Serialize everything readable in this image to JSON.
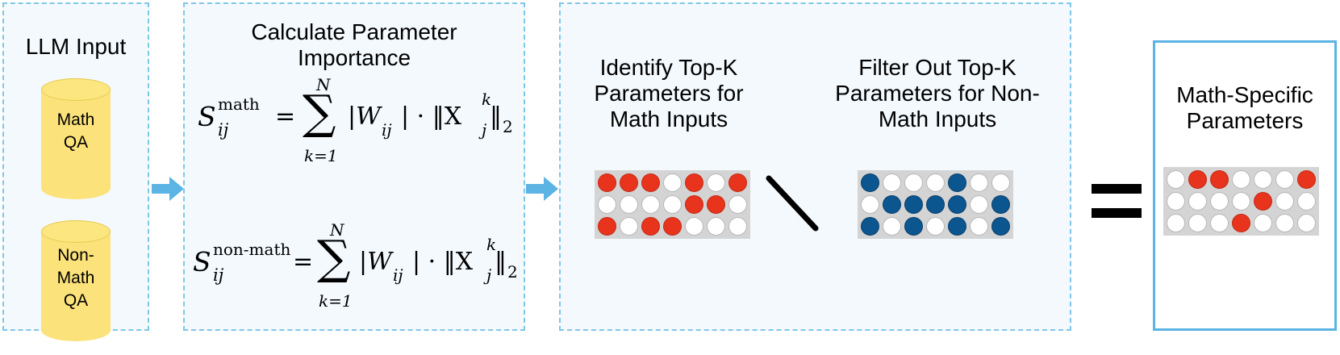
{
  "panel1": {
    "title": "LLM Input",
    "cyl1_line1": "Math",
    "cyl1_line2": "QA",
    "cyl2_line1": "Non-",
    "cyl2_line2": "Math",
    "cyl2_line3": "QA"
  },
  "panel2": {
    "title_line1": "Calculate Parameter",
    "title_line2": "Importance",
    "f1_symbol": "S",
    "f1_sup": "math",
    "f1_sub": "ij",
    "f1_eq": "=",
    "f1_sum_upper": "N",
    "f1_sum_lower": "k=1",
    "f1_body": "|W",
    "f1_body_sub": "ij",
    "f1_body2": "| · ‖X",
    "f1_body2_sup": "k",
    "f1_body2_sub": "j",
    "f1_norm": "‖",
    "f1_norm_sub": "2",
    "f2_symbol": "S",
    "f2_sup": "non-math",
    "f2_sub": "ij",
    "f2_eq": "=",
    "f2_sum_upper": "N",
    "f2_sum_lower": "k=1",
    "f2_body": "|W",
    "f2_body_sub": "ij",
    "f2_body2": "| · ‖X",
    "f2_body2_sup": "k",
    "f2_body2_sub": "j",
    "f2_norm": "‖",
    "f2_norm_sub": "2"
  },
  "panel3": {
    "left_line1": "Identify Top-K",
    "left_line2": "Parameters for",
    "left_line3": "Math Inputs",
    "right_line1": "Filter Out Top-K",
    "right_line2": "Parameters for Non-",
    "right_line3": "Math Inputs",
    "math_grid": [
      [
        1,
        1,
        1,
        0,
        1,
        0,
        1
      ],
      [
        0,
        0,
        0,
        0,
        1,
        1,
        0
      ],
      [
        1,
        0,
        1,
        1,
        0,
        0,
        0
      ]
    ],
    "nonmath_grid": [
      [
        2,
        0,
        0,
        0,
        2,
        0,
        0
      ],
      [
        0,
        2,
        2,
        2,
        2,
        0,
        2
      ],
      [
        2,
        0,
        2,
        0,
        2,
        0,
        2
      ]
    ]
  },
  "panel4": {
    "title_line1": "Math-Specific",
    "title_line2": "Parameters",
    "result_grid": [
      [
        0,
        1,
        1,
        0,
        0,
        0,
        1
      ],
      [
        0,
        0,
        0,
        0,
        1,
        0,
        0
      ],
      [
        0,
        0,
        0,
        1,
        0,
        0,
        0
      ]
    ]
  },
  "colors": {
    "accent": "#5bb4e4",
    "arrow": "#5bb4e4",
    "math_red": "#e8341c",
    "nonmath_blue": "#0c5690",
    "cylinder": "#fbe27a"
  }
}
